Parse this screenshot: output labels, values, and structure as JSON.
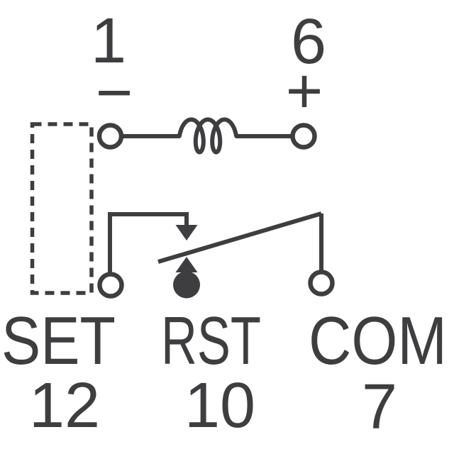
{
  "colors": {
    "ink": "#3e3e41",
    "background": "#ffffff"
  },
  "coil": {
    "left_pin_number": "1",
    "left_polarity": "−",
    "right_pin_number": "6",
    "right_polarity": "+"
  },
  "contacts": {
    "set": {
      "label": "SET",
      "pin_number": "12"
    },
    "rst": {
      "label": "RST",
      "pin_number": "10"
    },
    "com": {
      "label": "COM",
      "pin_number": "7"
    }
  }
}
